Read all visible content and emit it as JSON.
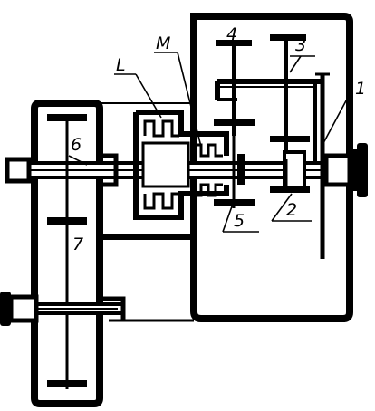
{
  "diagram": {
    "labels": {
      "one": "1",
      "two": "2",
      "three": "3",
      "four": "4",
      "five": "5",
      "six": "6",
      "seven": "7",
      "L": "L",
      "M": "M"
    }
  }
}
